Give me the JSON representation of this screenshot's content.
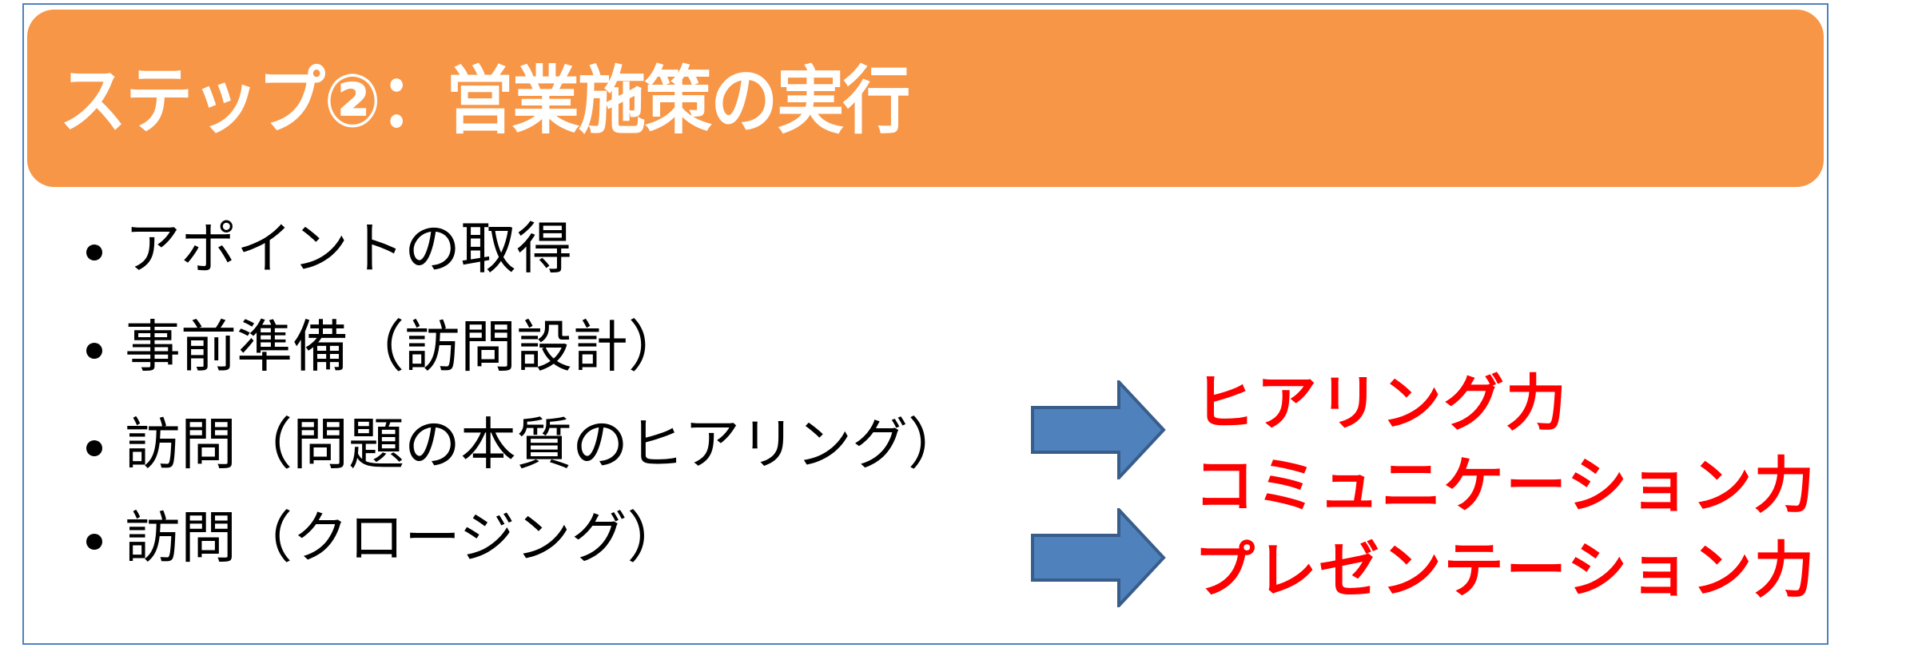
{
  "slide": {
    "title": "ステップ②：営業施策の実行",
    "bullets": [
      "アポイントの取得",
      "事前準備（訪問設計）",
      "訪問（問題の本質のヒアリング）",
      "訪問（クロージング）"
    ],
    "skills": [
      "ヒアリング力",
      "コミュニケーション力",
      "プレゼンテーション力"
    ],
    "colors": {
      "header": "#f79646",
      "frame": "#4f81bd",
      "arrow": "#4f81bd",
      "skills_text": "#ff0000"
    }
  }
}
